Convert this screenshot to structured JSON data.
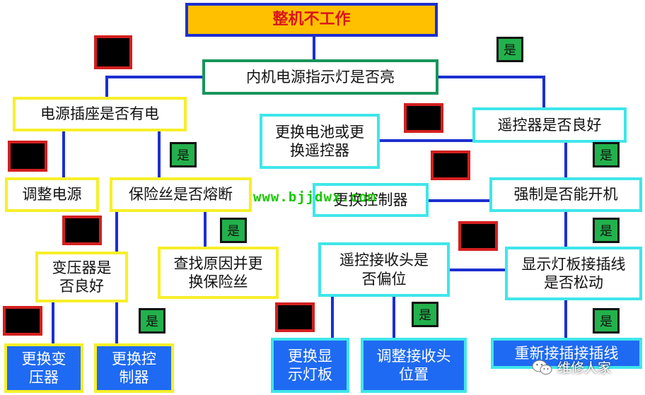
{
  "nodes": {
    "root": "整机不工作",
    "indicator": "内机电源指示灯是否亮",
    "socket": "电源插座是否有电",
    "adjust_power": "调整电源",
    "fuse": "保险丝是否熔断",
    "transformer": "变压器是\n否良好",
    "find_fuse": "查找原因并更\n换保险丝",
    "replace_transformer": "更换变\n压器",
    "replace_controller_left": "更换控\n制器",
    "remote": "遥控器是否良好",
    "replace_battery": "更换电池或更\n换遥控器",
    "force": "强制是否能开机",
    "replace_controller_mid": "更换控制器",
    "receiver": "遥控接收头是\n否偏位",
    "display_plug": "显示灯板接插线\n是否松动",
    "replace_display": "更换显\n示灯板",
    "adjust_receiver": "调整接收头\n位置",
    "replug": "重新接插接插线"
  },
  "yes_label": "是",
  "watermark": "www.bjjdwx.com",
  "logo_text": "维修人家",
  "colors": {
    "root_fill": "#ffc000",
    "root_text": "#d9141b",
    "yes_fill": "#22b14c",
    "no_fill": "#000000",
    "no_border": "#d31f1f",
    "connector": "#1c2fd0",
    "leaf_fill": "#1f6af2"
  }
}
